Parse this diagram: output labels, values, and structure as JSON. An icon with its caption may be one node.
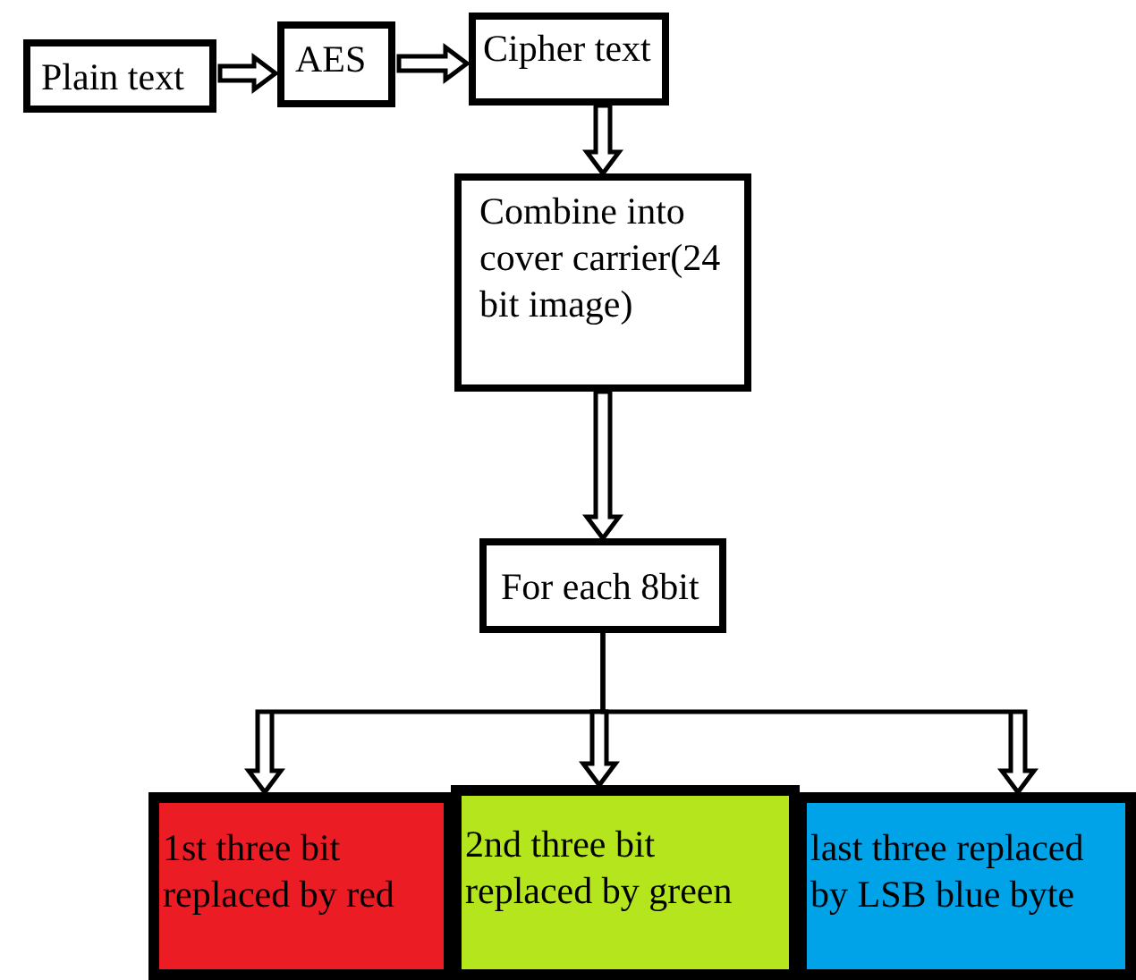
{
  "diagram": {
    "nodes": [
      {
        "text": [
          "Plain text"
        ]
      },
      {
        "text": [
          "AES"
        ]
      },
      {
        "text": [
          "Cipher text"
        ]
      },
      {
        "text": [
          "Combine into cover carrier(24 bit image)"
        ]
      },
      {
        "text": [
          "For each 8bit"
        ]
      },
      {
        "text": [
          "1st three bit replaced by red"
        ]
      },
      {
        "text": [
          "2nd three bit replaced by green"
        ]
      },
      {
        "text": [
          "last three replaced by LSB blue byte"
        ]
      }
    ],
    "edges": [
      {
        "from": 0,
        "to": 1,
        "arrow": "to"
      },
      {
        "from": 1,
        "to": 2,
        "arrow": "to"
      },
      {
        "from": 2,
        "to": 3,
        "arrow": "to"
      },
      {
        "from": 3,
        "to": 4,
        "arrow": "to"
      },
      {
        "from": 4,
        "to": 5,
        "arrow": "to"
      },
      {
        "from": 4,
        "to": 6,
        "arrow": "to"
      },
      {
        "from": 4,
        "to": 7,
        "arrow": "to"
      }
    ]
  }
}
